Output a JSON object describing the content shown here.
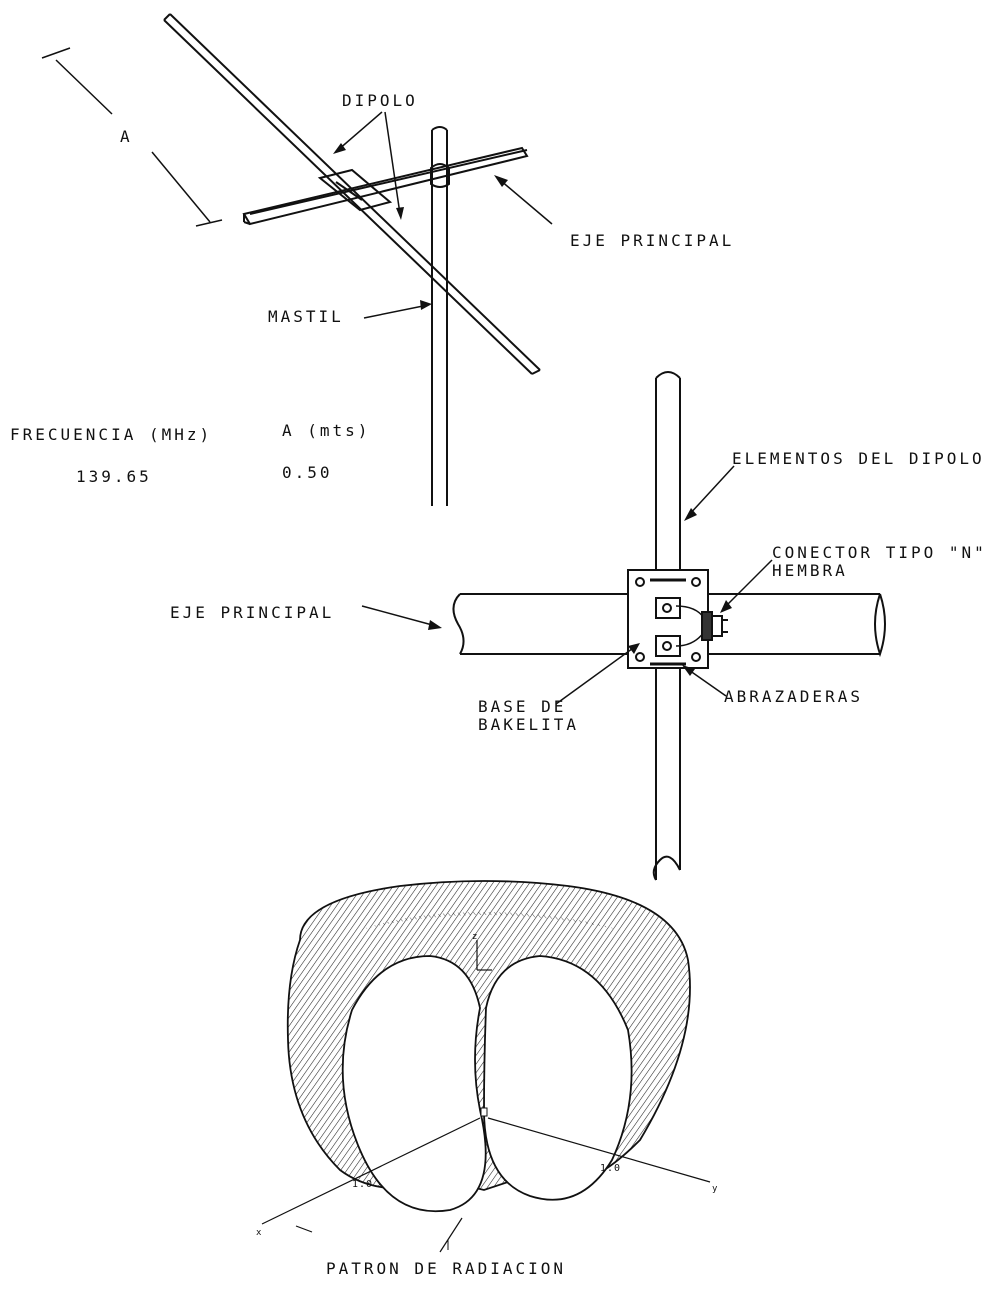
{
  "antenna_top": {
    "dimension_label": "A",
    "dipolo_label": "DIPOLO",
    "eje_principal_label": "EJE PRINCIPAL",
    "mastil_label": "MASTIL"
  },
  "spec_table": {
    "header_freq": "FRECUENCIA (MHz)",
    "header_a": "A (mts)",
    "value_freq": "139.65",
    "value_a": "0.50"
  },
  "detail": {
    "elementos_label": "ELEMENTOS DEL DIPOLO",
    "conector_line1": "CONECTOR TIPO \"N\"",
    "conector_line2": "HEMBRA",
    "eje_principal_label": "EJE PRINCIPAL",
    "base_line1": "BASE DE",
    "base_line2": "BAKELITA",
    "abrazaderas_label": "ABRAZADERAS"
  },
  "pattern": {
    "caption": "PATRON DE RADIACION",
    "scale_left": "1.0",
    "scale_right": "1.0",
    "axis_z": "z",
    "axis_x": "x",
    "axis_y": "y"
  },
  "colors": {
    "ink": "#111111",
    "paper": "#ffffff"
  }
}
